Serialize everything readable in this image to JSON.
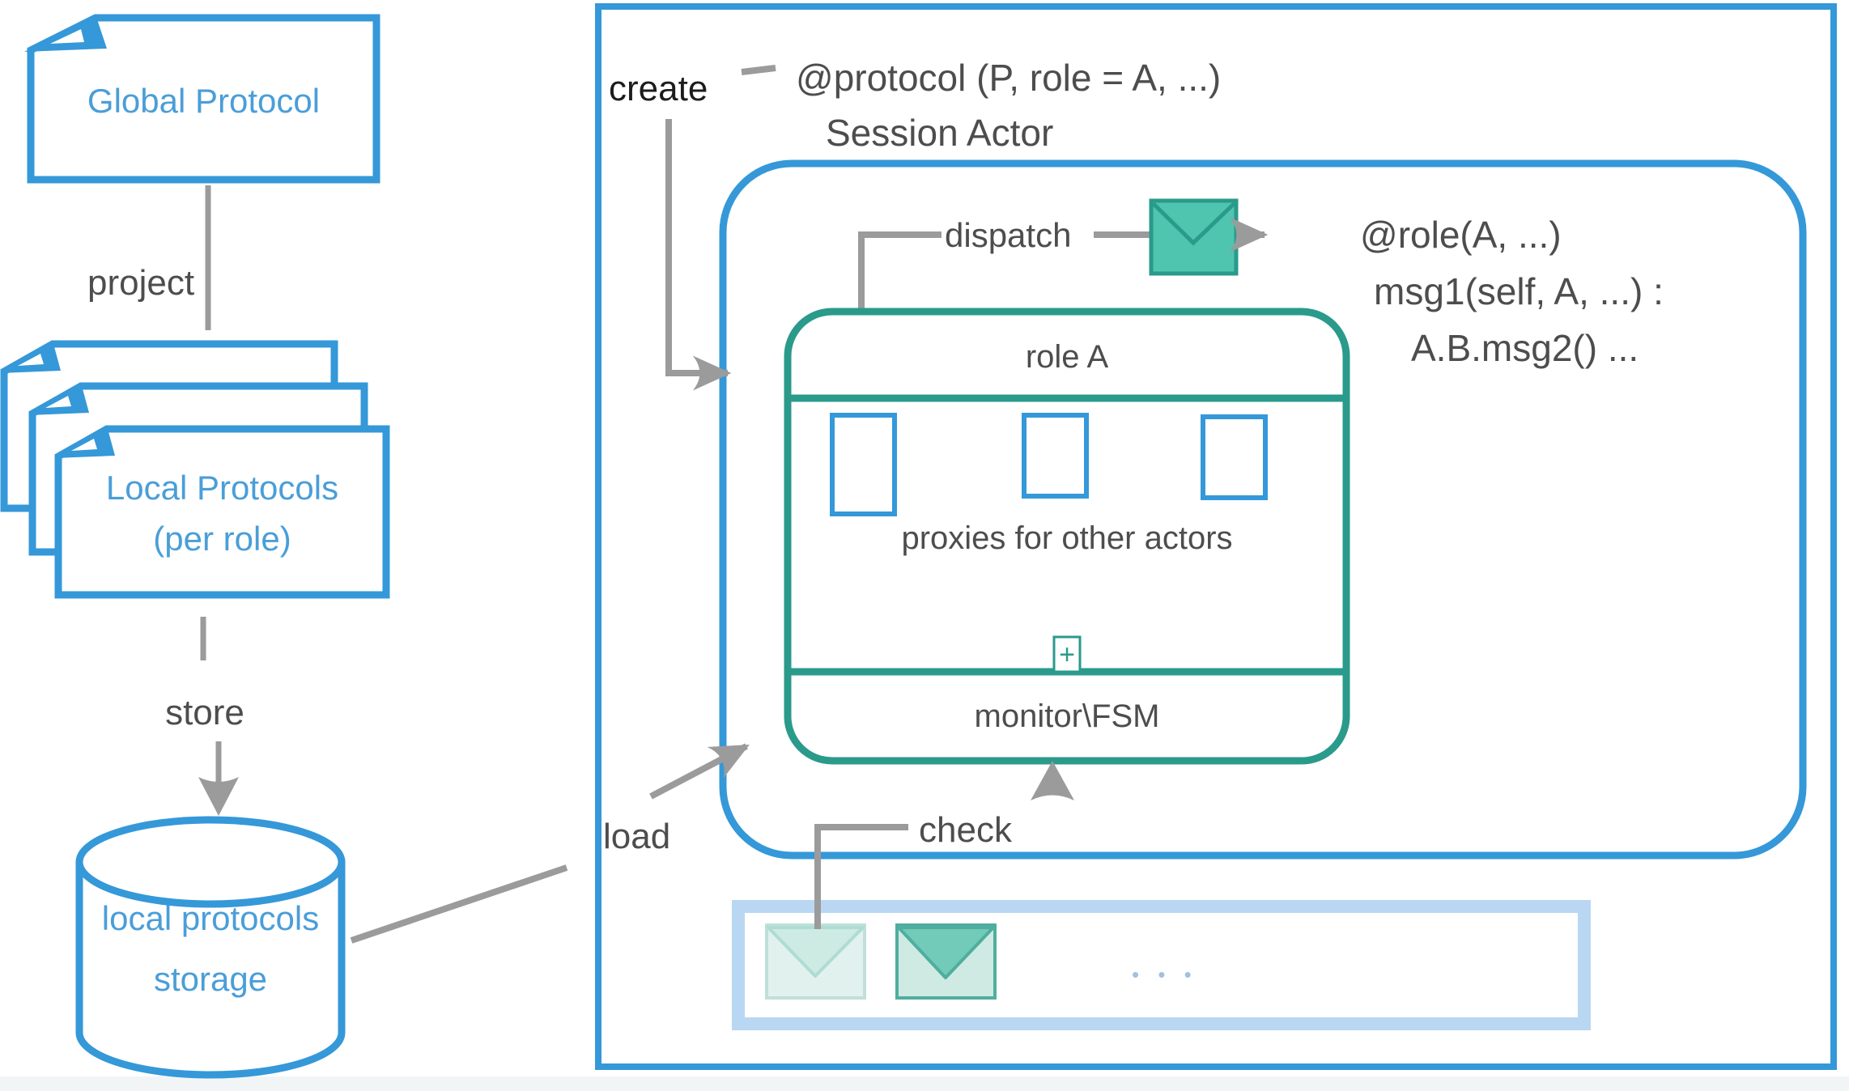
{
  "colors": {
    "blue_stroke": "#3598d8",
    "blue_text": "#4a9ed8",
    "teal_stroke": "#2a9a8b",
    "teal_fill": "#4fc4ae",
    "gray_connector": "#9b9b9b",
    "dark_text": "#4d4d4d",
    "pale_queue_border": "#b9d7f2",
    "faded_envelope_fill": "#e1f2ee",
    "queue_envelope_fill": "#cfeae3"
  },
  "pipeline": {
    "global_protocol": "Global Protocol",
    "project_label": "project",
    "local_protocols_line1": "Local Protocols",
    "local_protocols_line2": "(per role)",
    "store_label": "store",
    "storage_line1": "local protocols",
    "storage_line2": "storage",
    "load_label": "load"
  },
  "session": {
    "create_label": "create",
    "protocol_annotation": "@protocol (P, role = A, ...)",
    "title": "Session Actor",
    "dispatch_label": "dispatch",
    "role_annotation_line1": "@role(A, ...)",
    "role_annotation_line2": "msg1(self, A, ...) :",
    "role_annotation_line3": "A.B.msg2() ...",
    "actor": {
      "header": "role A",
      "proxies_caption": "proxies for other actors",
      "plus_icon": "+",
      "footer": "monitor\\FSM"
    },
    "check_label": "check",
    "queue_ellipsis": "• • •"
  }
}
